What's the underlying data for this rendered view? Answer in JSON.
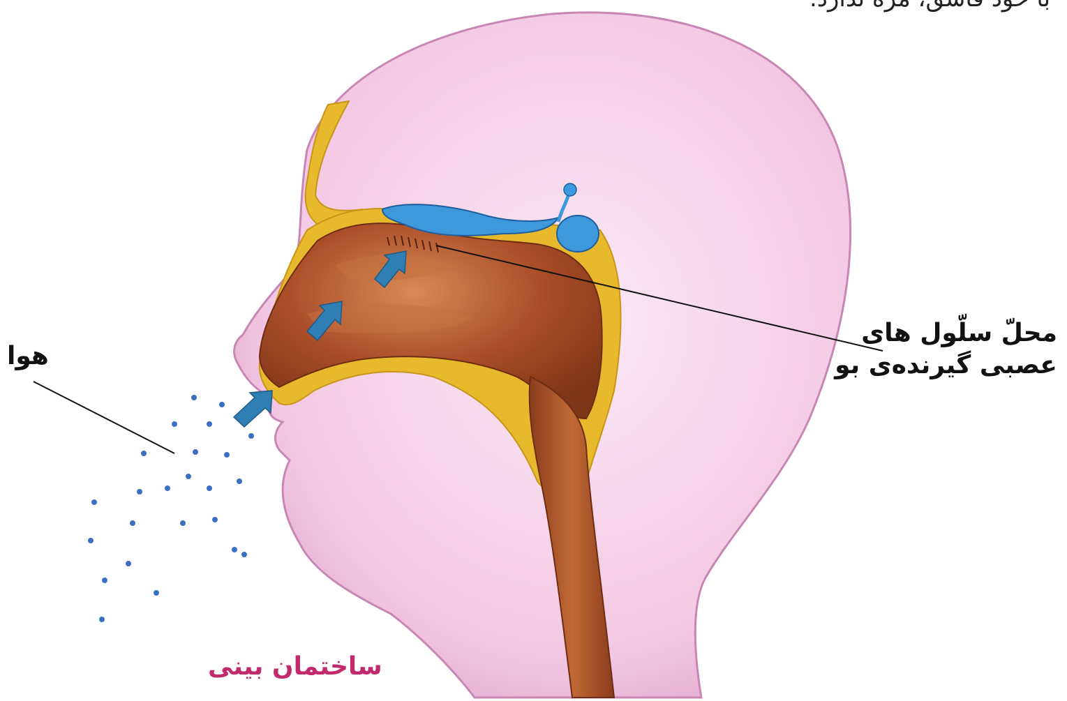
{
  "top_text": "با خود قاشق، مزه ندارد.",
  "labels": {
    "air": "هوا",
    "receptor_line1": "محلّ سلّول های",
    "receptor_line2": "عصبی گیرنده‌ی بو"
  },
  "caption": "ساختمان بینی",
  "colors": {
    "skin": "#f2c2e2",
    "skin_edge": "#c886b5",
    "bone": "#e8b92c",
    "cavity": "#9e4524",
    "cavity_light": "#c6713f",
    "olfactory_bulb": "#3d98dc",
    "air_dots": "#3a6fc4",
    "airflow_arrow": "#2f7fb5",
    "caption_color": "#c12a6b"
  }
}
